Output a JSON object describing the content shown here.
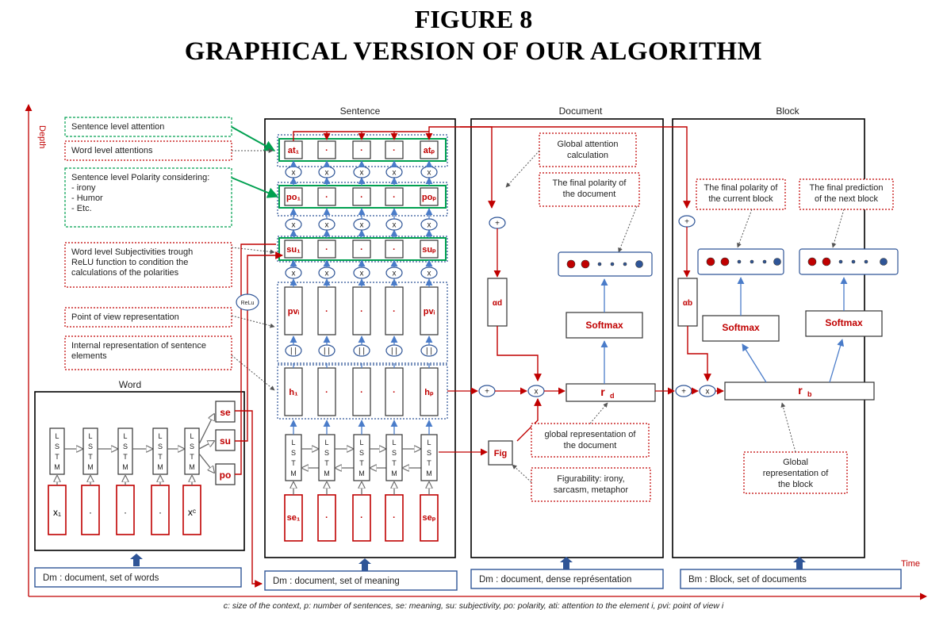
{
  "title_line1": "FIGURE 8",
  "title_line2": "GRAPHICAL VERSION OF OUR ALGORITHM",
  "caption": "c: size of the context, p: number of sentences, se: meaning, su: subjectivity, po: polarity, ati: attention to the element i, pvi: point of view i",
  "axes": {
    "y": "Depth",
    "x": "Time"
  },
  "panels": {
    "word": "Word",
    "sentence": "Sentence",
    "document": "Document",
    "block": "Block"
  },
  "legend": {
    "sentence_attention": "Sentence level attention",
    "word_attention": "Word level attentions",
    "polarity_lines": [
      "Sentence level Polarity considering:",
      "- irony",
      "-    Humor",
      "-    Etc."
    ],
    "subjectivity_lines": [
      "Word level Subjectivities trough",
      "ReLU function to condition the",
      "calculations of the polarities"
    ],
    "point_of_view": "Point of view representation",
    "internal_lines": [
      "Internal representation of sentence",
      "elements"
    ]
  },
  "lstm_letters": [
    "L",
    "S",
    "T",
    "M"
  ],
  "word_inputs": [
    "x₁",
    "·",
    "·",
    "·",
    "xᶜ"
  ],
  "word_outputs": [
    "se",
    "su",
    "po"
  ],
  "relu_label": "ReLu",
  "sentence_inputs": [
    "se₁",
    "·",
    "·",
    "·",
    "seₚ"
  ],
  "h_labels": [
    "h₁",
    "·",
    "·",
    "·",
    "hₚ"
  ],
  "pv_labels": [
    "pvᵢ",
    "·",
    "·",
    "·",
    "pvᵢ"
  ],
  "su_labels": [
    "su₁",
    "·",
    "·",
    "·",
    "suₚ"
  ],
  "po_labels": [
    "po₁",
    "·",
    "·",
    "·",
    "poₚ"
  ],
  "at_labels": [
    "at₁",
    "·",
    "·",
    "·",
    "atₚ"
  ],
  "concat_symbol": "| |",
  "mult_symbol": "x",
  "plus_symbol": "+",
  "document": {
    "global_attention": [
      "Global attention",
      "calculation"
    ],
    "final_polarity": [
      "The final polarity of",
      "the document"
    ],
    "alpha": "αd",
    "softmax": "Softmax",
    "r": "r",
    "r_sub": "d",
    "fig": "Fig",
    "global_rep": [
      "global representation of",
      "the document"
    ],
    "figurability": [
      "Figurability: irony,",
      "sarcasm, metaphor"
    ]
  },
  "block": {
    "final_polarity": [
      "The final polarity of",
      "the current block"
    ],
    "final_prediction": [
      "The final prediction",
      "of the next block"
    ],
    "alpha": "αb",
    "softmax": "Softmax",
    "r": "r",
    "r_sub": "b",
    "global_rep": [
      "Global",
      "representation of",
      "the block"
    ]
  },
  "bottom_labels": {
    "word": "Dm : document, set of words",
    "sentence": "Dm : document, set of meaning",
    "document": "Dm : document, dense représentation",
    "block": "Bm : Block, set of documents"
  },
  "colors": {
    "red": "#c00000",
    "blue": "#2f5597",
    "green": "#00a050",
    "blue_arrow": "#4a7cc9"
  }
}
